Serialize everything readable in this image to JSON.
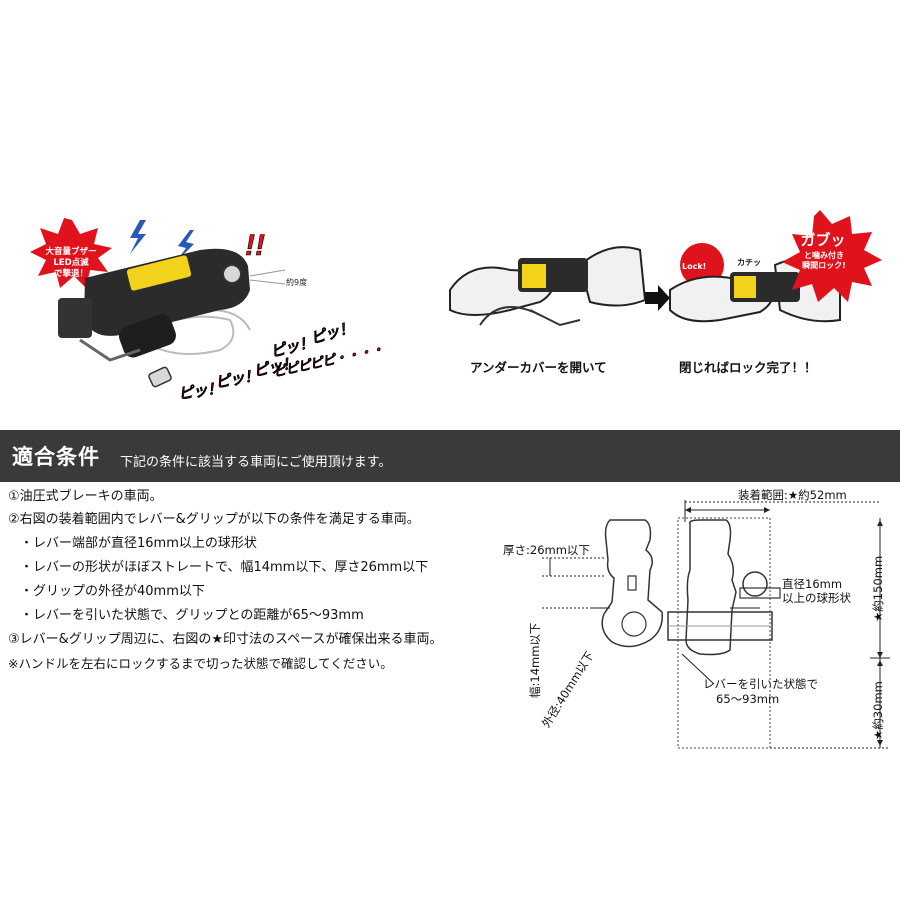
{
  "top": {
    "bubble_text": "大音量ブザー\nLED点滅\nで撃退！",
    "exclaim": "!!",
    "beeps": [
      "ピッ！",
      "ピッ！",
      "ピッ！",
      "ピッ！",
      "ピッ！",
      "ピピピピピ・・・・"
    ],
    "distance_note": "約9度",
    "caption_left": "アンダーカバーを開いて",
    "caption_right": "閉じればロック完了！！",
    "lock_label": "Lock!",
    "click_label": "カチッ",
    "gabu_title": "ガブッ",
    "gabu_sub": "と噛み付き\n瞬間ロック!"
  },
  "header": {
    "title": "適合条件",
    "subtitle": "下記の条件に該当する車両にご使用頂けます。"
  },
  "conditions": [
    "①油圧式ブレーキの車両。",
    "②右図の装着範囲内でレバー&グリップが以下の条件を満足する車両。",
    "・レバー端部が直径16mm以上の球形状",
    "・レバーの形状がほぼストレートで、幅14mm以下、厚さ26mm以下",
    "・グリップの外径が40mm以下",
    "・レバーを引いた状態で、グリップとの距離が65～93mm",
    "③レバー&グリップ周辺に、右図の★印寸法のスペースが確保出来る車両。",
    "※ハンドルを左右にロックするまで切った状態で確認してください。"
  ],
  "diagram": {
    "range_label": "装着範囲:★約52mm",
    "thickness_label": "厚さ:26mm以下",
    "ball_label_1": "直径16mm",
    "ball_label_2": "以上の球形状",
    "width_label": "幅:14mm以下",
    "outer_label": "外径:40mm以下",
    "pull_label_1": "レバーを引いた状態で",
    "pull_label_2": "65～93mm",
    "height_150": "★約150mm",
    "height_30": "★約30mm"
  },
  "colors": {
    "bar": "#3a3a3a",
    "accent_red": "#e0121b",
    "yellow": "#f2d21b"
  }
}
